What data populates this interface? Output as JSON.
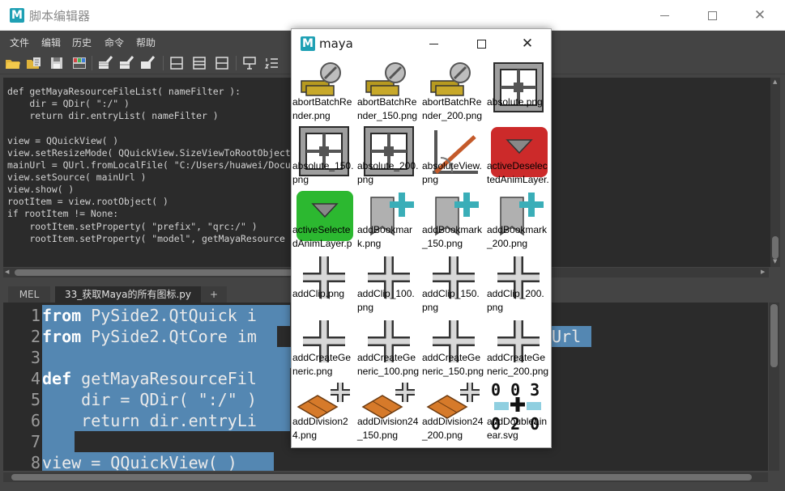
{
  "editor": {
    "title": "脚本编辑器",
    "logo": "M",
    "menu": [
      "文件",
      "编辑",
      "历史",
      "命令",
      "帮助"
    ],
    "toolbar_icons": [
      "open-script-icon",
      "source-script-icon",
      "save-script-icon",
      "save-to-shelf-icon",
      "clear-history-icon",
      "clear-input-icon",
      "clear-all-icon",
      "show-history-icon",
      "show-input-icon",
      "show-both-icon",
      "echo-commands-icon",
      "line-numbers-icon"
    ],
    "history_lines": [
      "def getMayaResourceFileList( nameFilter ):",
      "    dir = QDir( \":/\" )",
      "    return dir.entryList( nameFilter )",
      "",
      "view = QQuickView( )",
      "view.setResizeMode( QQuickView.SizeViewToRootObject )",
      "mainUrl = QUrl.fromLocalFile( \"C:/Users/huawei/Docu",
      "view.setSource( mainUrl )",
      "view.show( )",
      "rootItem = view.rootObject( )",
      "if rootItem != None:",
      "    rootItem.setProperty( \"prefix\", \"qrc:/\" )",
      "    rootItem.setProperty( \"model\", getMayaResource"
    ],
    "tabs": [
      "MEL",
      "33_获取Maya的所有图标.py",
      "+"
    ],
    "code_lines": [
      {
        "num": "1",
        "kw": "from",
        "rest": " PySide2.QtQuick i",
        "tail": ""
      },
      {
        "num": "2",
        "kw": "from",
        "rest": " PySide2.QtCore im",
        "tail": "Url"
      },
      {
        "num": "3",
        "kw": "",
        "rest": "",
        "tail": ""
      },
      {
        "num": "4",
        "kw": "def",
        "rest": " getMayaResourceFil",
        "tail": ""
      },
      {
        "num": "5",
        "kw": "",
        "rest": "    dir = QDir( \":/\" )",
        "tail": ""
      },
      {
        "num": "6",
        "kw": "",
        "rest": "    return dir.entryLi",
        "tail": ""
      },
      {
        "num": "7",
        "kw": "",
        "rest": "",
        "tail": ""
      },
      {
        "num": "8",
        "kw": "",
        "rest": "view = QQuickView( )",
        "tail": ""
      }
    ]
  },
  "viewer": {
    "title": "maya",
    "logo": "M",
    "icons": [
      {
        "label": "abortBatchRender.png",
        "icon": "abort-batch-render-icon"
      },
      {
        "label": "abortBatchRender_150.png",
        "icon": "abort-batch-render-icon"
      },
      {
        "label": "abortBatchRender_200.png",
        "icon": "abort-batch-render-icon"
      },
      {
        "label": "absolute.png",
        "icon": "absolute-icon"
      },
      {
        "label": "absolute_150.png",
        "icon": "absolute-icon"
      },
      {
        "label": "absolute_200.png",
        "icon": "absolute-icon"
      },
      {
        "label": "absoluteView.png",
        "icon": "absolute-view-icon"
      },
      {
        "label": "activeDeselectedAnimLayer.png",
        "icon": "active-deselected-anim-layer-icon"
      },
      {
        "label": "activeSelectedAnimLayer.png",
        "icon": "active-selected-anim-layer-icon"
      },
      {
        "label": "addBookmark.png",
        "icon": "add-bookmark-icon"
      },
      {
        "label": "addBookmark_150.png",
        "icon": "add-bookmark-icon"
      },
      {
        "label": "addBookmark_200.png",
        "icon": "add-bookmark-icon"
      },
      {
        "label": "addClip.png",
        "icon": "add-clip-icon"
      },
      {
        "label": "addClip_100.png",
        "icon": "add-clip-icon"
      },
      {
        "label": "addClip_150.png",
        "icon": "add-clip-icon"
      },
      {
        "label": "addClip_200.png",
        "icon": "add-clip-icon"
      },
      {
        "label": "addCreateGeneric.png",
        "icon": "add-create-generic-icon"
      },
      {
        "label": "addCreateGeneric_100.png",
        "icon": "add-create-generic-icon"
      },
      {
        "label": "addCreateGeneric_150.png",
        "icon": "add-create-generic-icon"
      },
      {
        "label": "addCreateGeneric_200.png",
        "icon": "add-create-generic-icon"
      },
      {
        "label": "addDivision24.png",
        "icon": "add-division-icon"
      },
      {
        "label": "addDivision24_150.png",
        "icon": "add-division-icon"
      },
      {
        "label": "addDivision24_200.png",
        "icon": "add-division-icon"
      },
      {
        "label": "addDoubleLinear.svg",
        "icon": "add-double-linear-icon"
      }
    ]
  }
}
